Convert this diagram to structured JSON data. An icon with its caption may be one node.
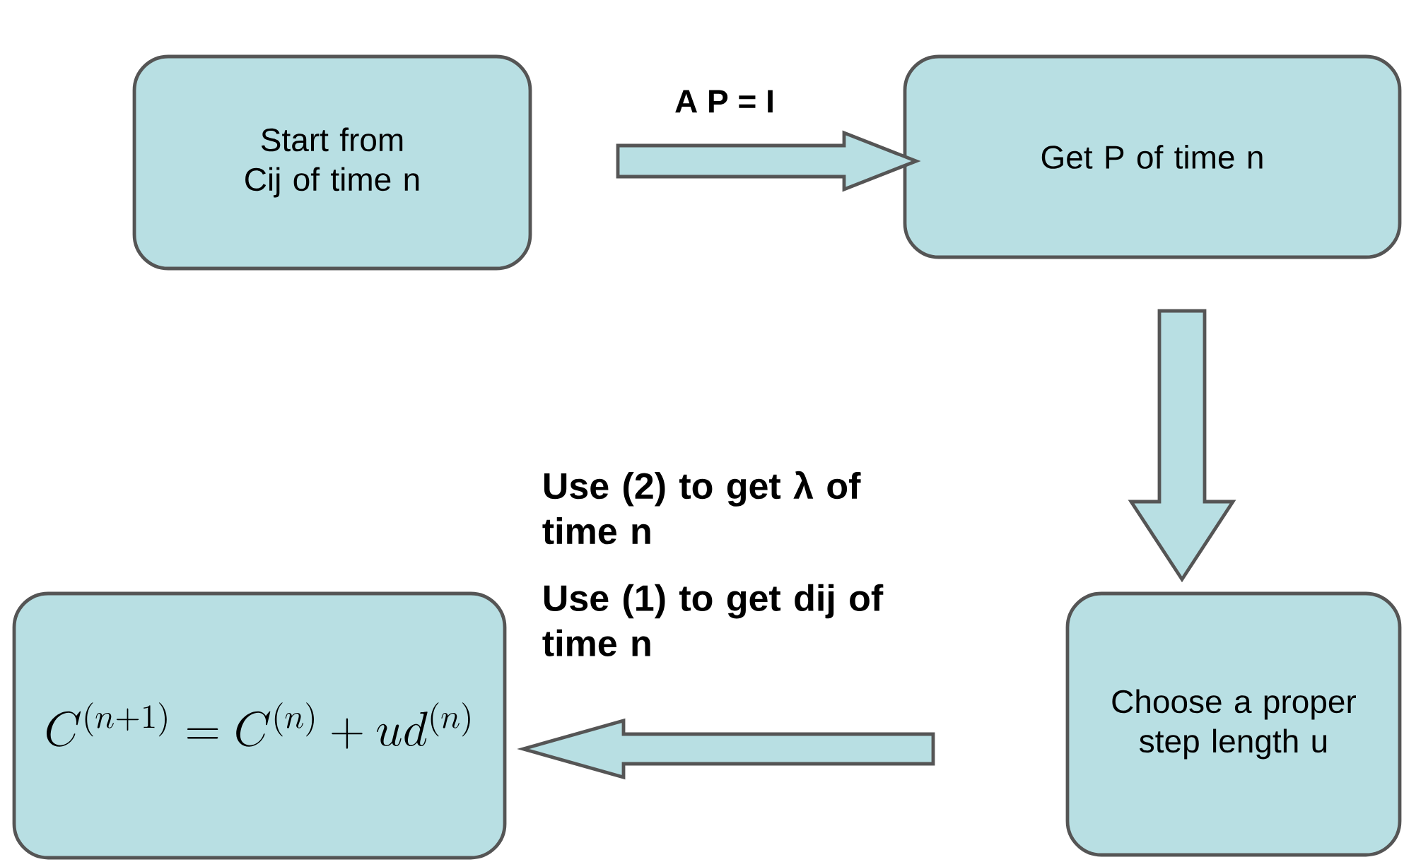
{
  "diagram": {
    "nodes": [
      {
        "text": [
          "Start from Cij of time n"
        ]
      },
      {
        "text": [
          "Get P of time n"
        ]
      },
      {
        "text": [
          "Choose a proper step length u"
        ]
      },
      {
        "text": [
          "C^{(n+1)} = C^{(n)} +ud^{(n)}"
        ]
      }
    ],
    "edges": [
      {
        "from": 0,
        "to": 1,
        "arrow": "to",
        "label": "A P =  I"
      },
      {
        "from": 1,
        "to": 2,
        "arrow": "to"
      },
      {
        "from": 2,
        "to": 3,
        "arrow": "to"
      }
    ],
    "labels": [
      "Use (2) to get λ of time n",
      "Use (1) to get dij of time n"
    ]
  }
}
